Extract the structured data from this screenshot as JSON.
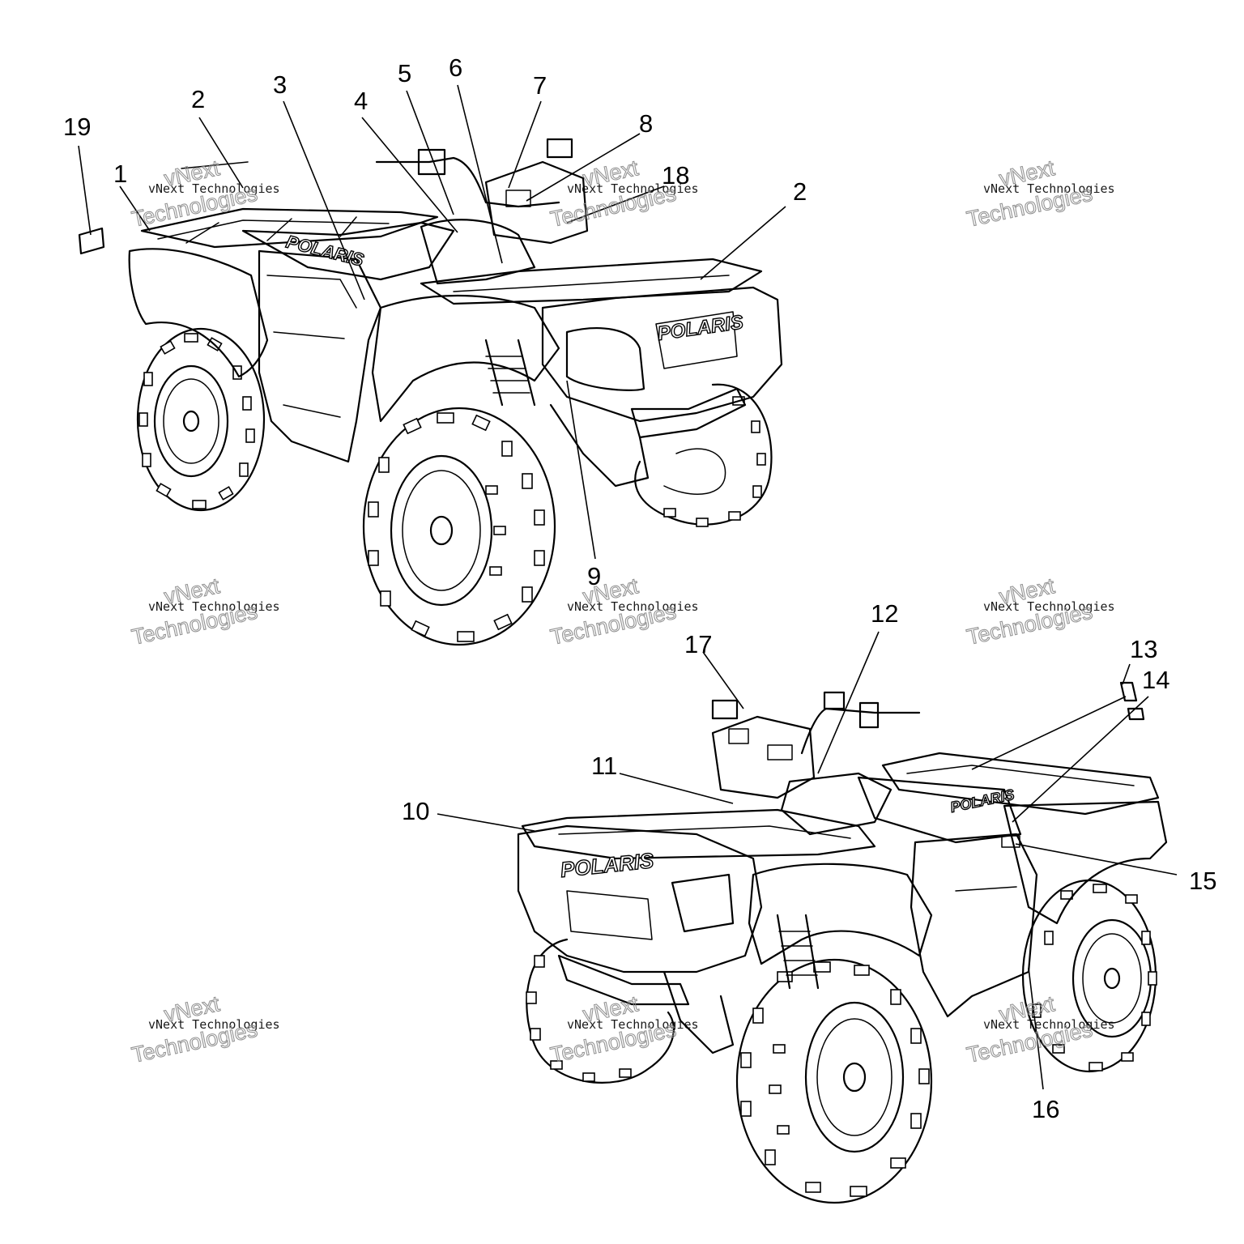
{
  "callouts": {
    "c1": "1",
    "c2a": "2",
    "c2b": "2",
    "c3": "3",
    "c4": "4",
    "c5": "5",
    "c6": "6",
    "c7": "7",
    "c8": "8",
    "c9": "9",
    "c10": "10",
    "c11": "11",
    "c12": "12",
    "c13": "13",
    "c14": "14",
    "c15": "15",
    "c16": "16",
    "c17": "17",
    "c18": "18",
    "c19": "19"
  },
  "brand": {
    "logo_text": "POLARIS"
  },
  "watermark": {
    "line_small": "vNext Technologies",
    "word_1": "vNext",
    "word_2": "Technologies"
  }
}
